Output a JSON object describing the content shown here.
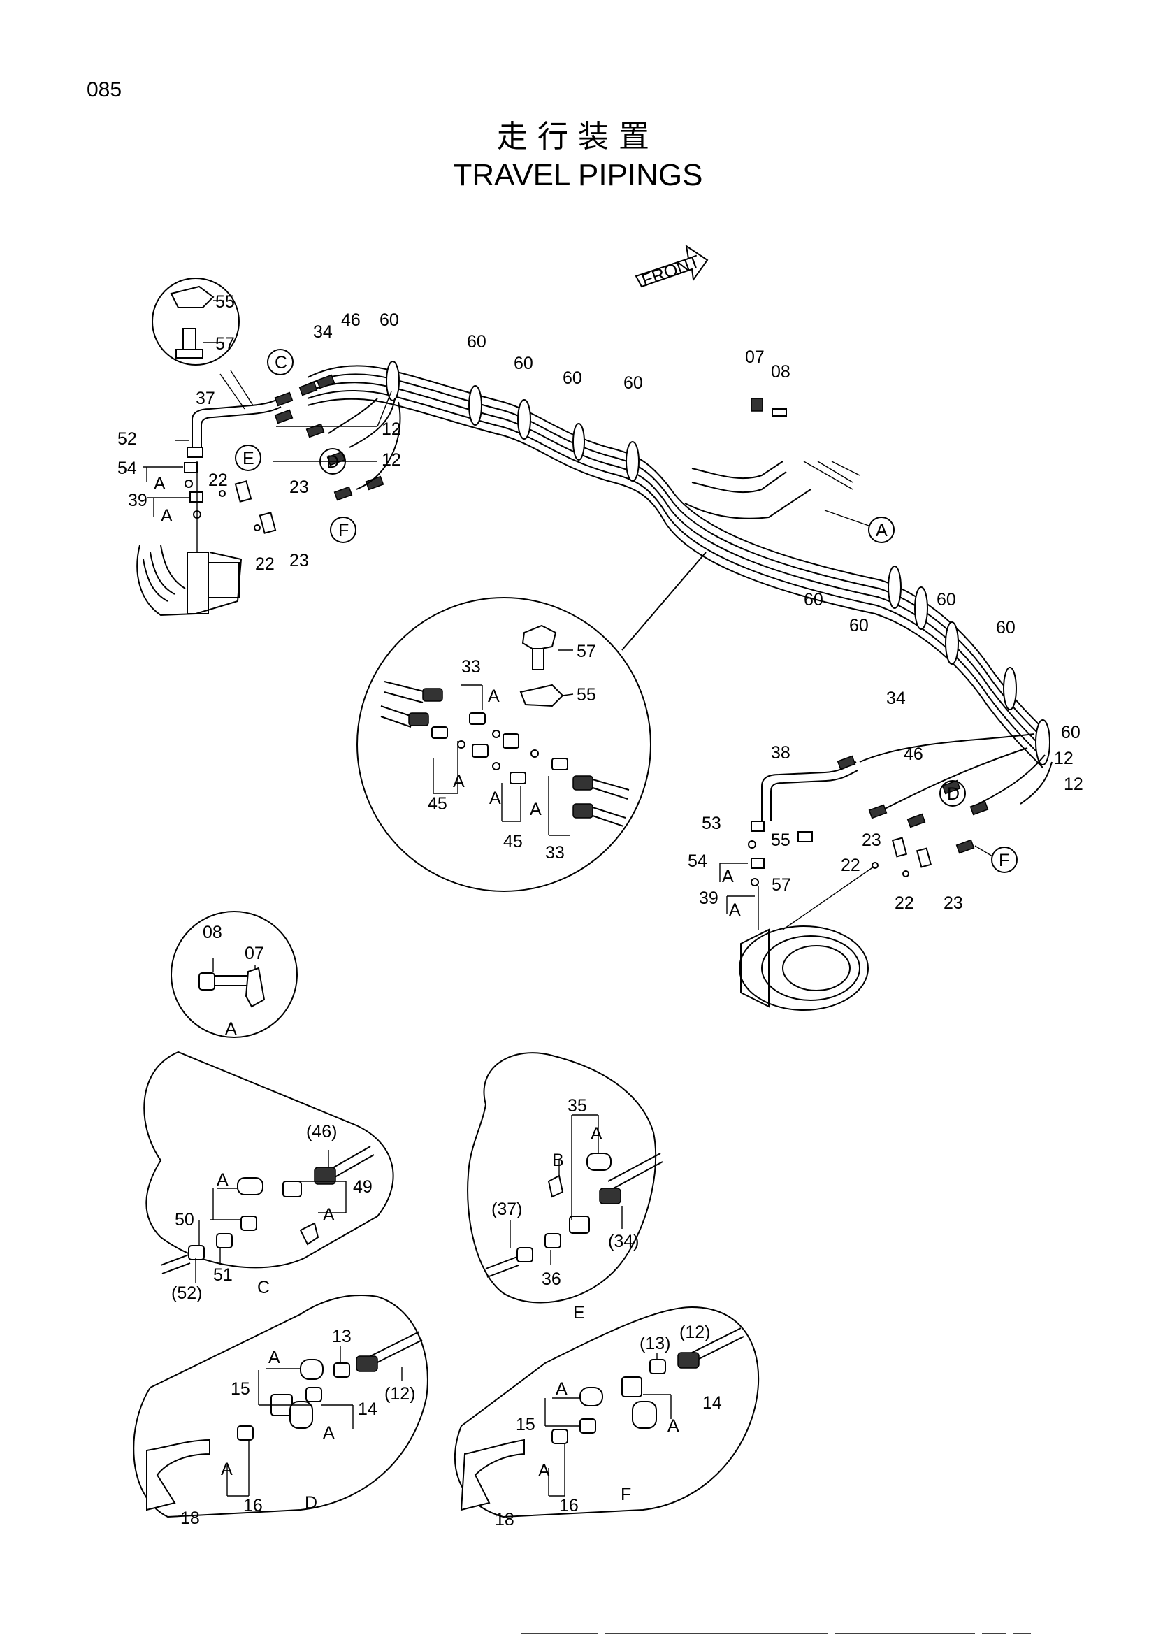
{
  "page_number": "085",
  "title_jp": "走行装置",
  "title_en": "TRAVEL PIPINGS",
  "front_label": "FRONT",
  "callouts": {
    "tl_55": "55",
    "tl_57": "57",
    "tl_37": "37",
    "tl_52": "52",
    "tl_54": "54",
    "tl_A1": "A",
    "tl_39": "39",
    "tl_A2": "A",
    "tl_22a": "22",
    "tl_22b": "22",
    "tl_23a": "23",
    "tl_23b": "23",
    "tl_34": "34",
    "tl_46": "46",
    "tl_60": "60",
    "tl_12a": "12",
    "tl_12b": "12",
    "tl_C": "C",
    "tl_E": "E",
    "tl_D": "D",
    "tl_F": "F",
    "m_60a": "60",
    "m_60b": "60",
    "m_60c": "60",
    "m_60d": "60",
    "m_07": "07",
    "m_08": "08",
    "m_A": "A",
    "r_60a": "60",
    "r_60b": "60",
    "r_60c": "60",
    "r_60d": "60",
    "r_60e": "60",
    "r_12a": "12",
    "r_12b": "12",
    "r_34": "34",
    "r_46": "46",
    "r_38": "38",
    "r_53": "53",
    "r_55": "55",
    "r_54": "54",
    "r_A1": "A",
    "r_57": "57",
    "r_39": "39",
    "r_A2": "A",
    "r_23a": "23",
    "r_22a": "22",
    "r_22b": "22",
    "r_23b": "23",
    "r_D": "D",
    "r_F": "F",
    "z_57": "57",
    "z_55": "55",
    "z_33a": "33",
    "z_A1": "A",
    "z_45a": "45",
    "z_A2": "A",
    "z_A3": "A",
    "z_A4": "A",
    "z_45b": "45",
    "z_33b": "33",
    "a_08": "08",
    "a_07": "07",
    "a_caption": "A",
    "c_46": "(46)",
    "c_49": "49",
    "c_A1": "A",
    "c_A2": "A",
    "c_50": "50",
    "c_51": "51",
    "c_52": "(52)",
    "c_caption": "C",
    "e_35": "35",
    "e_A": "A",
    "e_B": "B",
    "e_37": "(37)",
    "e_36": "36",
    "e_34": "(34)",
    "e_caption": "E",
    "d_13": "13",
    "d_A1": "A",
    "d_15": "15",
    "d_14": "14",
    "d_12": "(12)",
    "d_A2": "A",
    "d_A3": "A",
    "d_18": "18",
    "d_16": "16",
    "d_caption": "D",
    "f_13": "(13)",
    "f_12": "(12)",
    "f_A1": "A",
    "f_15": "15",
    "f_14": "14",
    "f_A2": "A",
    "f_A3": "A",
    "f_18": "18",
    "f_16": "16",
    "f_caption": "F"
  }
}
